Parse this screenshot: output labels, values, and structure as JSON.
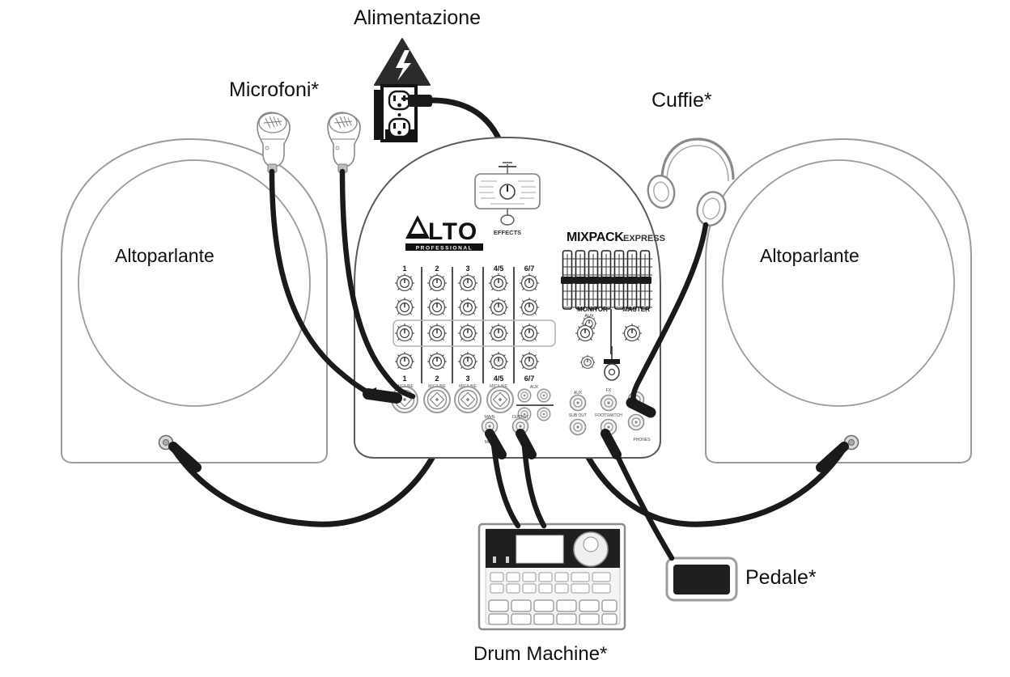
{
  "diagram": {
    "title": "Alto Professional MixPack Express connection diagram",
    "language": "Italian",
    "background_color": "#ffffff",
    "line_color": "#111111",
    "light_line_color": "#8a8a8a",
    "cable_color": "#1a1a1a"
  },
  "labels": {
    "power": "Alimentazione",
    "microphones": "Microfoni*",
    "headphones": "Cuffie*",
    "speaker_left": "Altoparlante",
    "speaker_right": "Altoparlante",
    "pedal": "Pedale*",
    "drum_machine": "Drum Machine*"
  },
  "mixer": {
    "brand": "LTO",
    "brand_sub": "PROFESSIONAL",
    "model_main": "MIXPACK",
    "model_sub": "EXPRESS",
    "effects_label": "EFFECTS",
    "monitor_label": "MONITOR",
    "master_label": "MASTER",
    "channels": [
      "1",
      "2",
      "3",
      "4/5",
      "6/7"
    ],
    "channel_bottom_labels": [
      "1",
      "2",
      "3",
      "4/5",
      "6/7"
    ],
    "knob_rows": 4,
    "eq_band_count": 7,
    "jack_labels": [
      "MIC/LINE",
      "MIC/LINE",
      "MIC/LINE",
      "MIC/LINE"
    ]
  },
  "devices": {
    "outlet": {
      "type": "duplex-outlet",
      "warning": "high-voltage-triangle"
    },
    "microphone_count": 2,
    "headphones": {
      "type": "over-ear"
    },
    "drum_machine": {
      "display": "screen",
      "jog_wheel": true
    },
    "pedal": {
      "type": "footswitch"
    }
  },
  "connections": [
    {
      "from": "outlet",
      "to": "mixer-power-inlet"
    },
    {
      "from": "microphone-1",
      "to": "mixer-channel-1-xlr"
    },
    {
      "from": "microphone-2",
      "to": "mixer-channel-2-xlr"
    },
    {
      "from": "headphones",
      "to": "mixer-headphone-jack"
    },
    {
      "from": "mixer-output-left",
      "to": "speaker-left-input"
    },
    {
      "from": "mixer-output-right",
      "to": "speaker-right-input"
    },
    {
      "from": "drum-machine",
      "to": "mixer-line-inputs"
    },
    {
      "from": "pedal",
      "to": "mixer-footswitch-jack"
    }
  ]
}
